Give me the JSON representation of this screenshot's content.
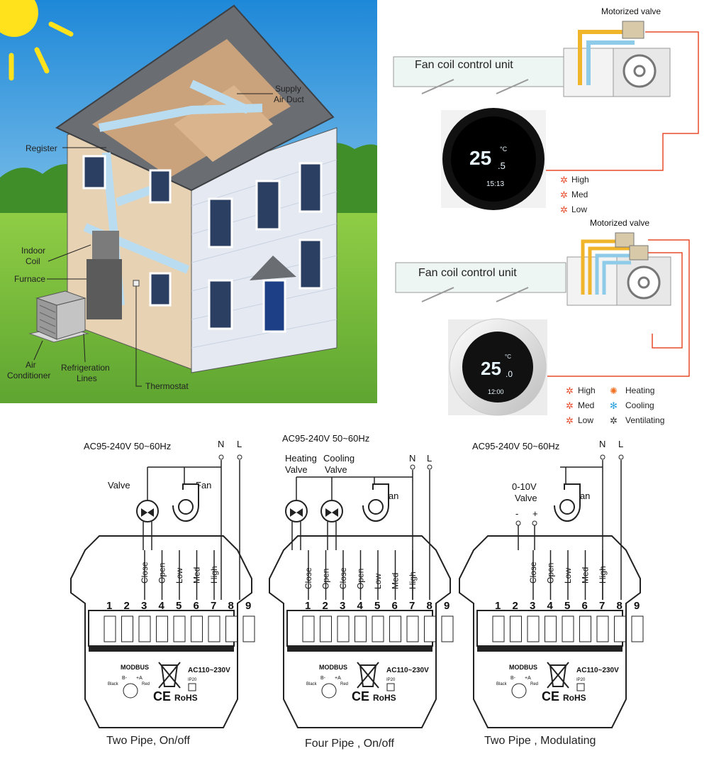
{
  "house": {
    "labels": {
      "supply_air_duct": [
        "Supply",
        "Air Duct"
      ],
      "register": "Register",
      "indoor_coil": [
        "Indoor",
        "Coil"
      ],
      "furnace": "Furnace",
      "air_conditioner": [
        "Air",
        "Conditioner"
      ],
      "refrigeration_lines": [
        "Refrigeration",
        "Lines"
      ],
      "thermostat": "Thermostat"
    }
  },
  "fan_coil_top": {
    "motorized_valve": "Motorized valve",
    "unit_label": "Fan coil control unit",
    "display_temp": "25",
    "display_decimal": ".5",
    "display_unit": "°C",
    "display_time": "15:13",
    "speeds": [
      "High",
      "Med",
      "Low"
    ]
  },
  "fan_coil_bottom": {
    "motorized_valve": "Motorized valve",
    "unit_label": "Fan coil control unit",
    "display_temp": "25",
    "display_decimal": ".0",
    "display_unit": "°C",
    "display_time": "12:00",
    "speeds": [
      "High",
      "Med",
      "Low"
    ],
    "modes": [
      "Heating",
      "Cooling",
      "Ventilating"
    ]
  },
  "wiring": [
    {
      "power": "AC95-240V  50~60Hz",
      "n": "N",
      "l": "L",
      "device_labels": [
        "Valve",
        "Fan"
      ],
      "wire_labels": [
        "Close",
        "Open",
        "Low",
        "Med",
        "High"
      ],
      "terminals": [
        "1",
        "2",
        "3",
        "4",
        "5",
        "6",
        "7",
        "8",
        "9"
      ],
      "modbus": "MODBUS",
      "modbus_pins": [
        "B-",
        "+A",
        "Black",
        "Red"
      ],
      "ac": "AC110~230V",
      "ip": "IP20",
      "ce": "CE",
      "rohs": "RoHS",
      "caption": "Two Pipe, On/off"
    },
    {
      "power": "AC95-240V  50~60Hz",
      "n": "N",
      "l": "L",
      "device_labels": [
        "Heating",
        "Valve",
        "Cooling",
        "Valve",
        "Fan"
      ],
      "wire_labels": [
        "Close",
        "Open",
        "Close",
        "Open",
        "Low",
        "Med",
        "High"
      ],
      "terminals": [
        "1",
        "2",
        "3",
        "4",
        "5",
        "6",
        "7",
        "8",
        "9"
      ],
      "modbus": "MODBUS",
      "modbus_pins": [
        "B-",
        "+A",
        "Black",
        "Red"
      ],
      "ac": "AC110~230V",
      "ip": "IP20",
      "ce": "CE",
      "rohs": "RoHS",
      "caption": "Four Pipe , On/off"
    },
    {
      "power": "AC95-240V  50~60Hz",
      "n": "N",
      "l": "L",
      "device_labels": [
        "0-10V",
        "Valve",
        "-",
        "+",
        "Fan"
      ],
      "wire_labels": [
        "Close",
        "Open",
        "Low",
        "Med",
        "High"
      ],
      "terminals": [
        "1",
        "2",
        "3",
        "4",
        "5",
        "6",
        "7",
        "8",
        "9"
      ],
      "modbus": "MODBUS",
      "modbus_pins": [
        "B-",
        "+A",
        "Black",
        "Red"
      ],
      "ac": "AC110~230V",
      "ip": "IP20",
      "ce": "CE",
      "rohs": "RoHS",
      "caption": "Two Pipe , Modulating"
    }
  ],
  "colors": {
    "sky_top": "#1e88d8",
    "grass": "#7cbf3c",
    "duct": "#b9dcf0",
    "wire_red": "#e84b2a",
    "pipe_yellow": "#f1b52c",
    "pipe_blue": "#8ecbe8"
  }
}
